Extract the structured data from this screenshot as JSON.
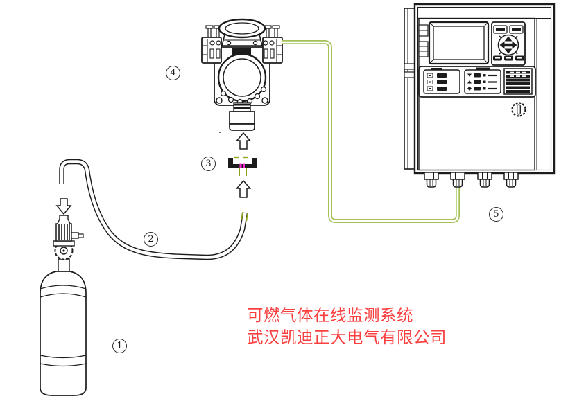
{
  "diagram": {
    "kind": "gas-monitoring-system-installation-diagram",
    "caption_line1": "可燃气体在线监测系统",
    "caption_line2": "武汉凯迪正大电气有限公司"
  },
  "callouts": [
    {
      "num": "1",
      "target": "gas-cylinder"
    },
    {
      "num": "2",
      "target": "sampling-tube"
    },
    {
      "num": "3",
      "target": "flow-adapter"
    },
    {
      "num": "4",
      "target": "gas-detector"
    },
    {
      "num": "5",
      "target": "alarm-controller"
    }
  ],
  "colors": {
    "line_art": "#1c1c1c",
    "signal_cable_green": "#a4c158",
    "adapter_olive": "#8f9f1d",
    "adapter_magenta": "#ff2ad4",
    "caption_red": "#fa3f3f",
    "background": "#ffffff"
  }
}
